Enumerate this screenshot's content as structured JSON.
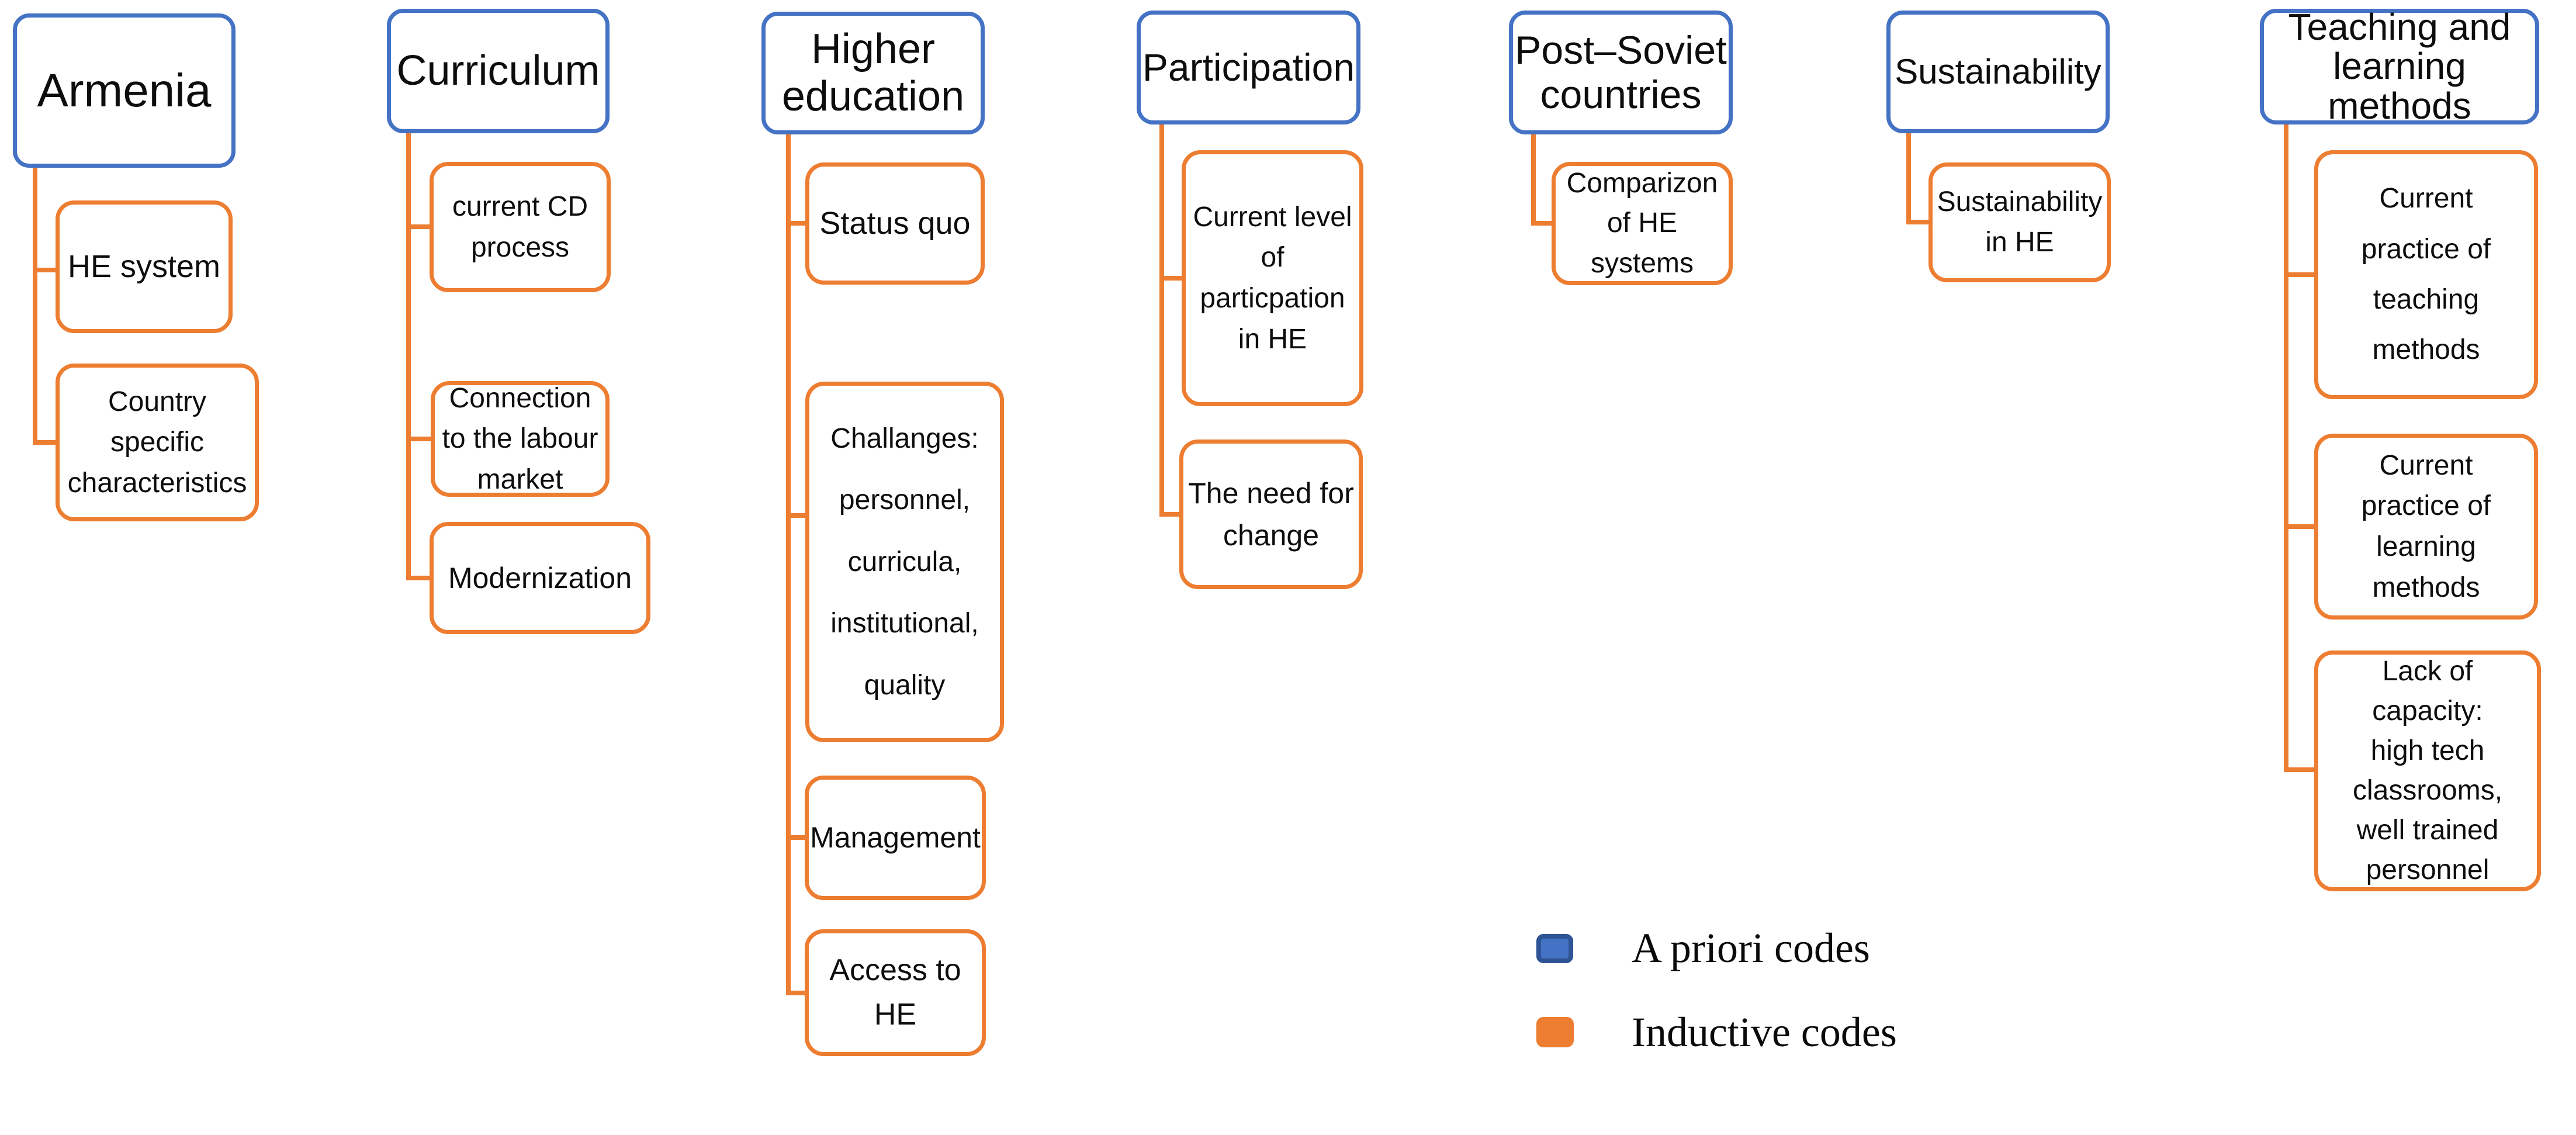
{
  "figure": {
    "type": "qualitative-coding-tree",
    "colors": {
      "a_priori": "#4472C4",
      "inductive": "#ED7D31"
    }
  },
  "tree": {
    "groups": [
      {
        "parent": {
          "label": "Armenia"
        },
        "children": [
          {
            "label": "HE system"
          },
          {
            "label": "Country\nspecific\ncharacteristics"
          }
        ]
      },
      {
        "parent": {
          "label": "Curriculum"
        },
        "children": [
          {
            "label": "current CD\nprocess"
          },
          {
            "label": "Connection\nto the labour\nmarket"
          },
          {
            "label": "Modernization"
          }
        ]
      },
      {
        "parent": {
          "label": "Higher\neducation"
        },
        "children": [
          {
            "label": "Status quo"
          },
          {
            "label": "Challanges:\npersonnel,\ncurricula,\ninstitutional,\nquality"
          },
          {
            "label": "Management"
          },
          {
            "label": "Access to HE"
          }
        ]
      },
      {
        "parent": {
          "label": "Participation"
        },
        "children": [
          {
            "label": "Current level\nof\nparticpation\nin HE"
          },
          {
            "label": "The need for\nchange"
          }
        ]
      },
      {
        "parent": {
          "label": "Post–Soviet\ncountries"
        },
        "children": [
          {
            "label": "Comparizon\nof HE\nsystems"
          }
        ]
      },
      {
        "parent": {
          "label": "Sustainability"
        },
        "children": [
          {
            "label": "Sustainability\nin HE"
          }
        ]
      },
      {
        "parent": {
          "label": "Teaching and\nlearning\nmethods"
        },
        "children": [
          {
            "label": "Current\npractice of\nteaching\nmethods"
          },
          {
            "label": "Current\npractice of\nlearning\nmethods"
          },
          {
            "label": "Lack of\ncapacity:\nhigh tech\nclassrooms,\nwell trained\npersonnel"
          }
        ]
      }
    ]
  },
  "legend": {
    "items": [
      {
        "label": "A priori codes",
        "color": "#4472C4"
      },
      {
        "label": "Inductive codes",
        "color": "#ED7D31"
      }
    ]
  }
}
